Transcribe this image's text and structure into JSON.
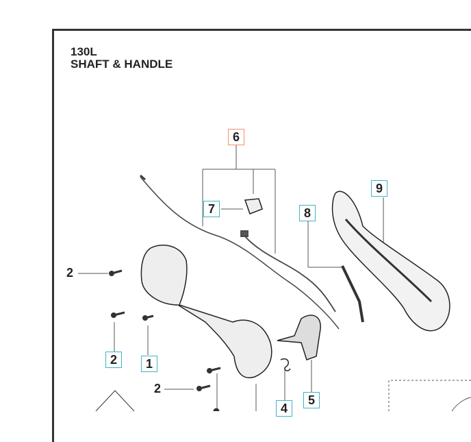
{
  "title": {
    "model": "130L",
    "section": "SHAFT & HANDLE"
  },
  "callouts": {
    "c6": "6",
    "c7": "7",
    "c8": "8",
    "c9": "9",
    "c2a": "2",
    "c1": "1",
    "c4": "4",
    "c5": "5",
    "p2a": "2",
    "p2b": "2"
  },
  "colors": {
    "callout_border": "#3db5c4",
    "assembly_border": "#f0906a"
  }
}
